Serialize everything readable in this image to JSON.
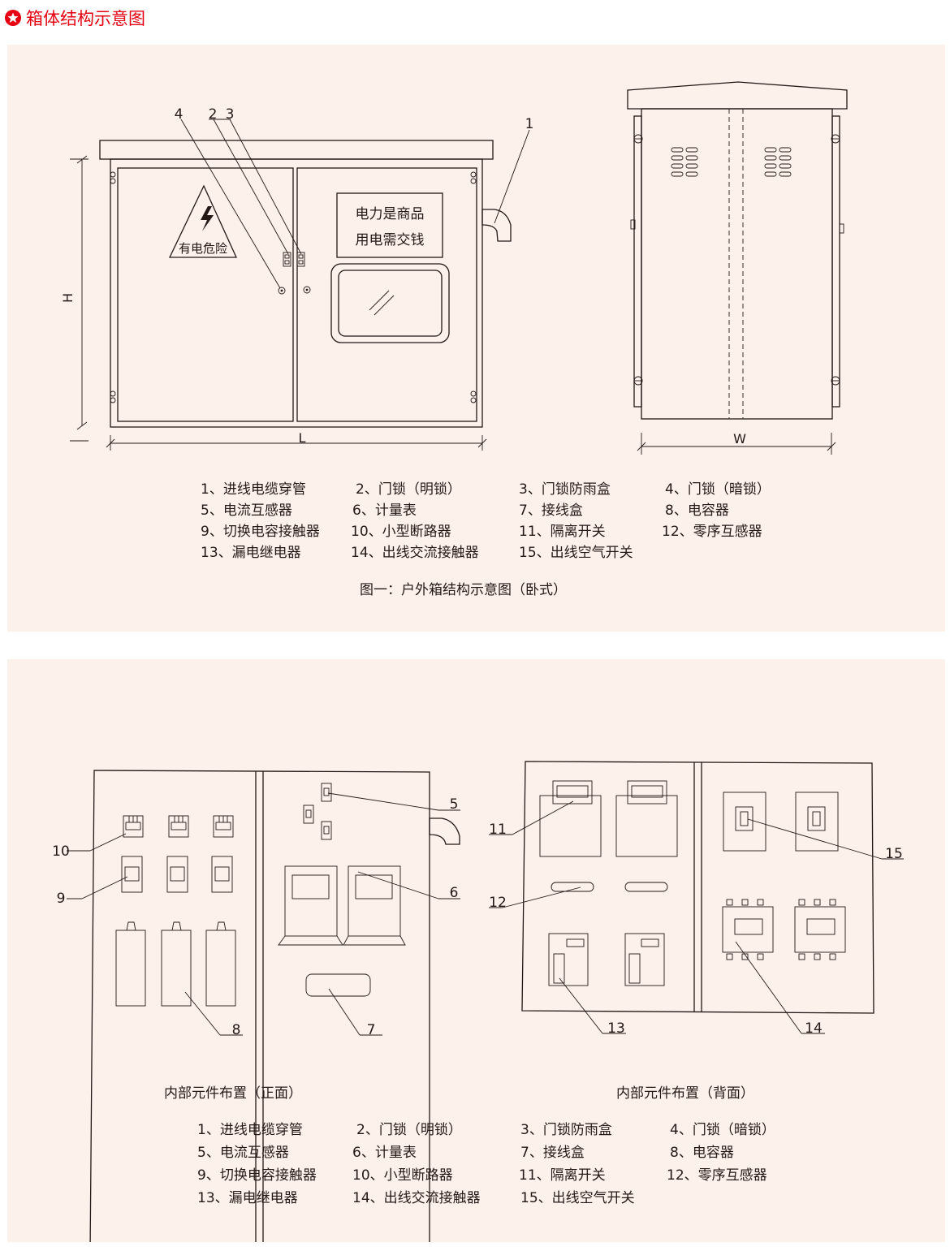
{
  "header": {
    "title": "箱体结构示意图",
    "icon": "star-badge-icon",
    "accent": "#e60012"
  },
  "colors": {
    "panel_bg": "#fdf1ec",
    "line": "#231815"
  },
  "figure1": {
    "warning_label": "有电危险",
    "sign_line1": "电力是商品",
    "sign_line2": "用电需交钱",
    "callouts": [
      "4",
      "2",
      "3",
      "1"
    ],
    "dim_h": "H",
    "dim_l": "L",
    "dim_w": "W",
    "caption": "图一：户外箱结构示意图（卧式）"
  },
  "figure2": {
    "front_callouts": [
      "10",
      "9",
      "8",
      "5",
      "6",
      "7"
    ],
    "back_callouts": [
      "11",
      "12",
      "13",
      "15",
      "14"
    ],
    "caption_front": "内部元件布置（正面）",
    "caption_back": "内部元件布置（背面）"
  },
  "legend": [
    "1、进线电缆穿管",
    "2、门锁（明锁）",
    "3、门锁防雨盒",
    "4、门锁（暗锁）",
    "5、电流互感器",
    "6、计量表",
    "7、接线盒",
    "8、电容器",
    "9、切换电容接触器",
    "10、小型断路器",
    "11、隔离开关",
    "12、零序互感器",
    "13、漏电继电器",
    "14、出线交流接触器",
    "15、出线空气开关"
  ]
}
